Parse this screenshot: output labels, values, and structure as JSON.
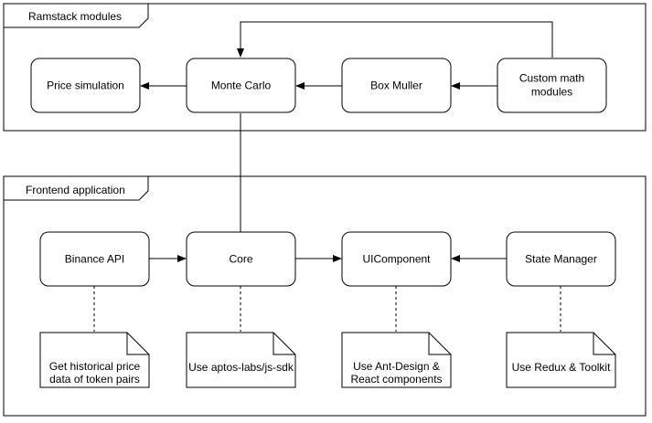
{
  "groups": {
    "ramstack": {
      "title": "Ramstack modules",
      "nodes": {
        "price_simulation": "Price simulation",
        "monte_carlo": "Monte Carlo",
        "box_muller": "Box Muller",
        "custom_math": [
          "Custom math",
          "modules"
        ]
      }
    },
    "frontend": {
      "title": "Frontend application",
      "nodes": {
        "binance_api": "Binance API",
        "core": "Core",
        "ui_component": "UIComponent",
        "state_manager": "State Manager"
      },
      "notes": {
        "binance_note": [
          "Get historical price",
          "data of token pairs"
        ],
        "core_note": "Use aptos-labs/js-sdk",
        "ui_note": [
          "Use Ant-Design &",
          "React components"
        ],
        "state_note": "Use Redux & Toolkit"
      }
    }
  }
}
